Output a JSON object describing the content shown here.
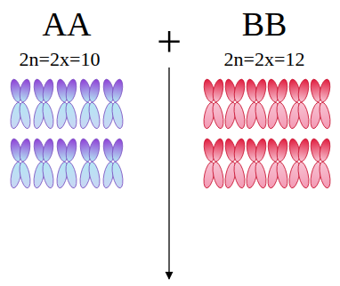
{
  "diagram": {
    "labels": [
      "AA",
      "BB",
      "+",
      "2n=2x=10",
      "2n=2x=12"
    ]
  }
}
